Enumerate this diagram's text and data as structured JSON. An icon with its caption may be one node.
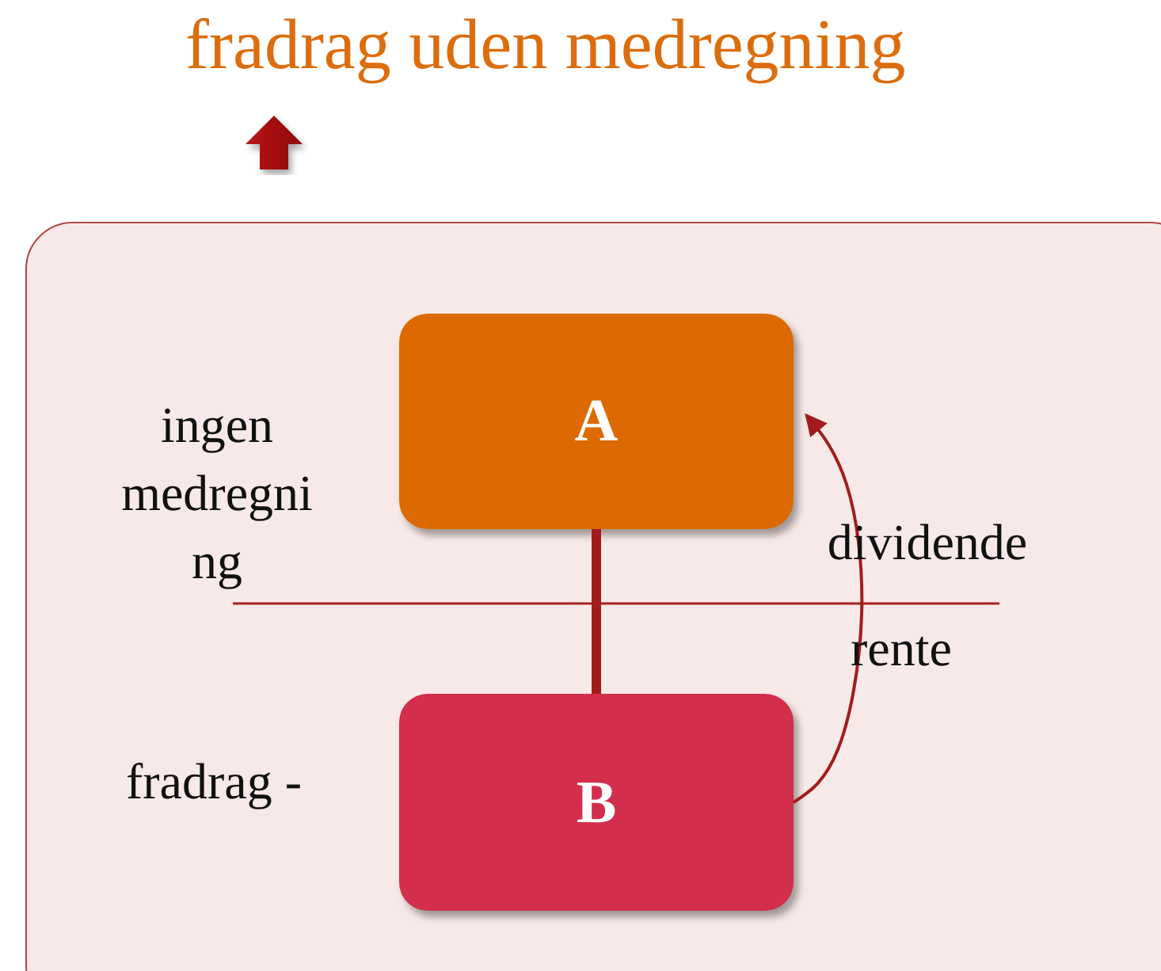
{
  "diagram": {
    "title": "fradrag uden medregning",
    "nodes": [
      {
        "text": [],
        "shape": "box"
      },
      {
        "text": [
          "A"
        ],
        "in": 0
      },
      {
        "text": [
          "B"
        ],
        "in": 0
      }
    ],
    "edges": [
      {
        "from": 1,
        "to": 2,
        "arrow": "none",
        "style": "thick"
      },
      {
        "from": 2,
        "to": 1,
        "arrow": "to"
      }
    ],
    "labels": [
      "ingen medregning",
      "dividende",
      "rente",
      "fradrag -"
    ]
  }
}
